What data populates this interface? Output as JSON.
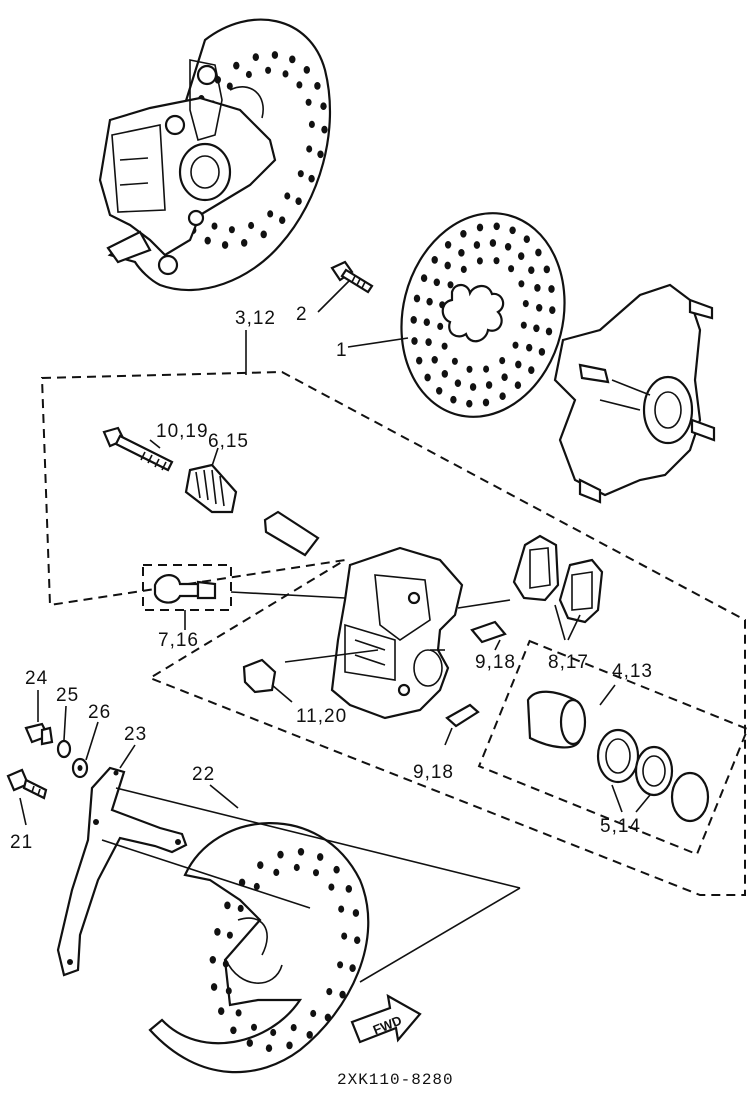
{
  "diagram": {
    "callouts": [
      {
        "id": "c1",
        "label": "1"
      },
      {
        "id": "c2",
        "label": "2"
      },
      {
        "id": "c3",
        "label": "3,12"
      },
      {
        "id": "c4",
        "label": "10,19"
      },
      {
        "id": "c5",
        "label": "6,15"
      },
      {
        "id": "c6",
        "label": "7,16"
      },
      {
        "id": "c7",
        "label": "9,18"
      },
      {
        "id": "c8",
        "label": "8,17"
      },
      {
        "id": "c9",
        "label": "4,13"
      },
      {
        "id": "c10",
        "label": "11,20"
      },
      {
        "id": "c11",
        "label": "9,18"
      },
      {
        "id": "c12",
        "label": "5,14"
      },
      {
        "id": "c13",
        "label": "24"
      },
      {
        "id": "c14",
        "label": "25"
      },
      {
        "id": "c15",
        "label": "26"
      },
      {
        "id": "c16",
        "label": "23"
      },
      {
        "id": "c17",
        "label": "22"
      },
      {
        "id": "c18",
        "label": "21"
      }
    ],
    "fwd_label": "FWD",
    "drawing_code": "2XK110-8280"
  }
}
